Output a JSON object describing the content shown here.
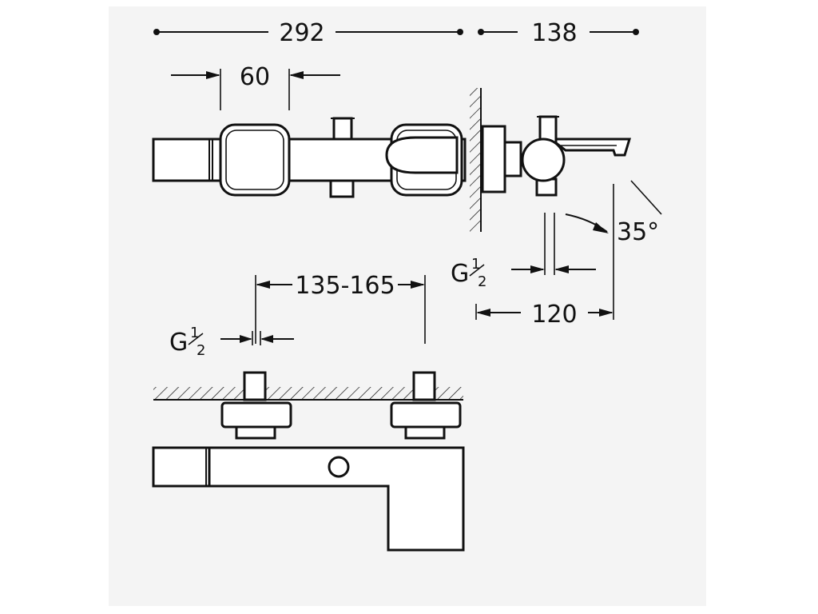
{
  "dimensions": {
    "overall_width": "292",
    "projection": "138",
    "handle_width": "60",
    "centres": "135-165",
    "thread_letter": "G",
    "thread_num": "1",
    "thread_den": "2",
    "outlet_offset": "120",
    "spout_angle": "35°"
  }
}
